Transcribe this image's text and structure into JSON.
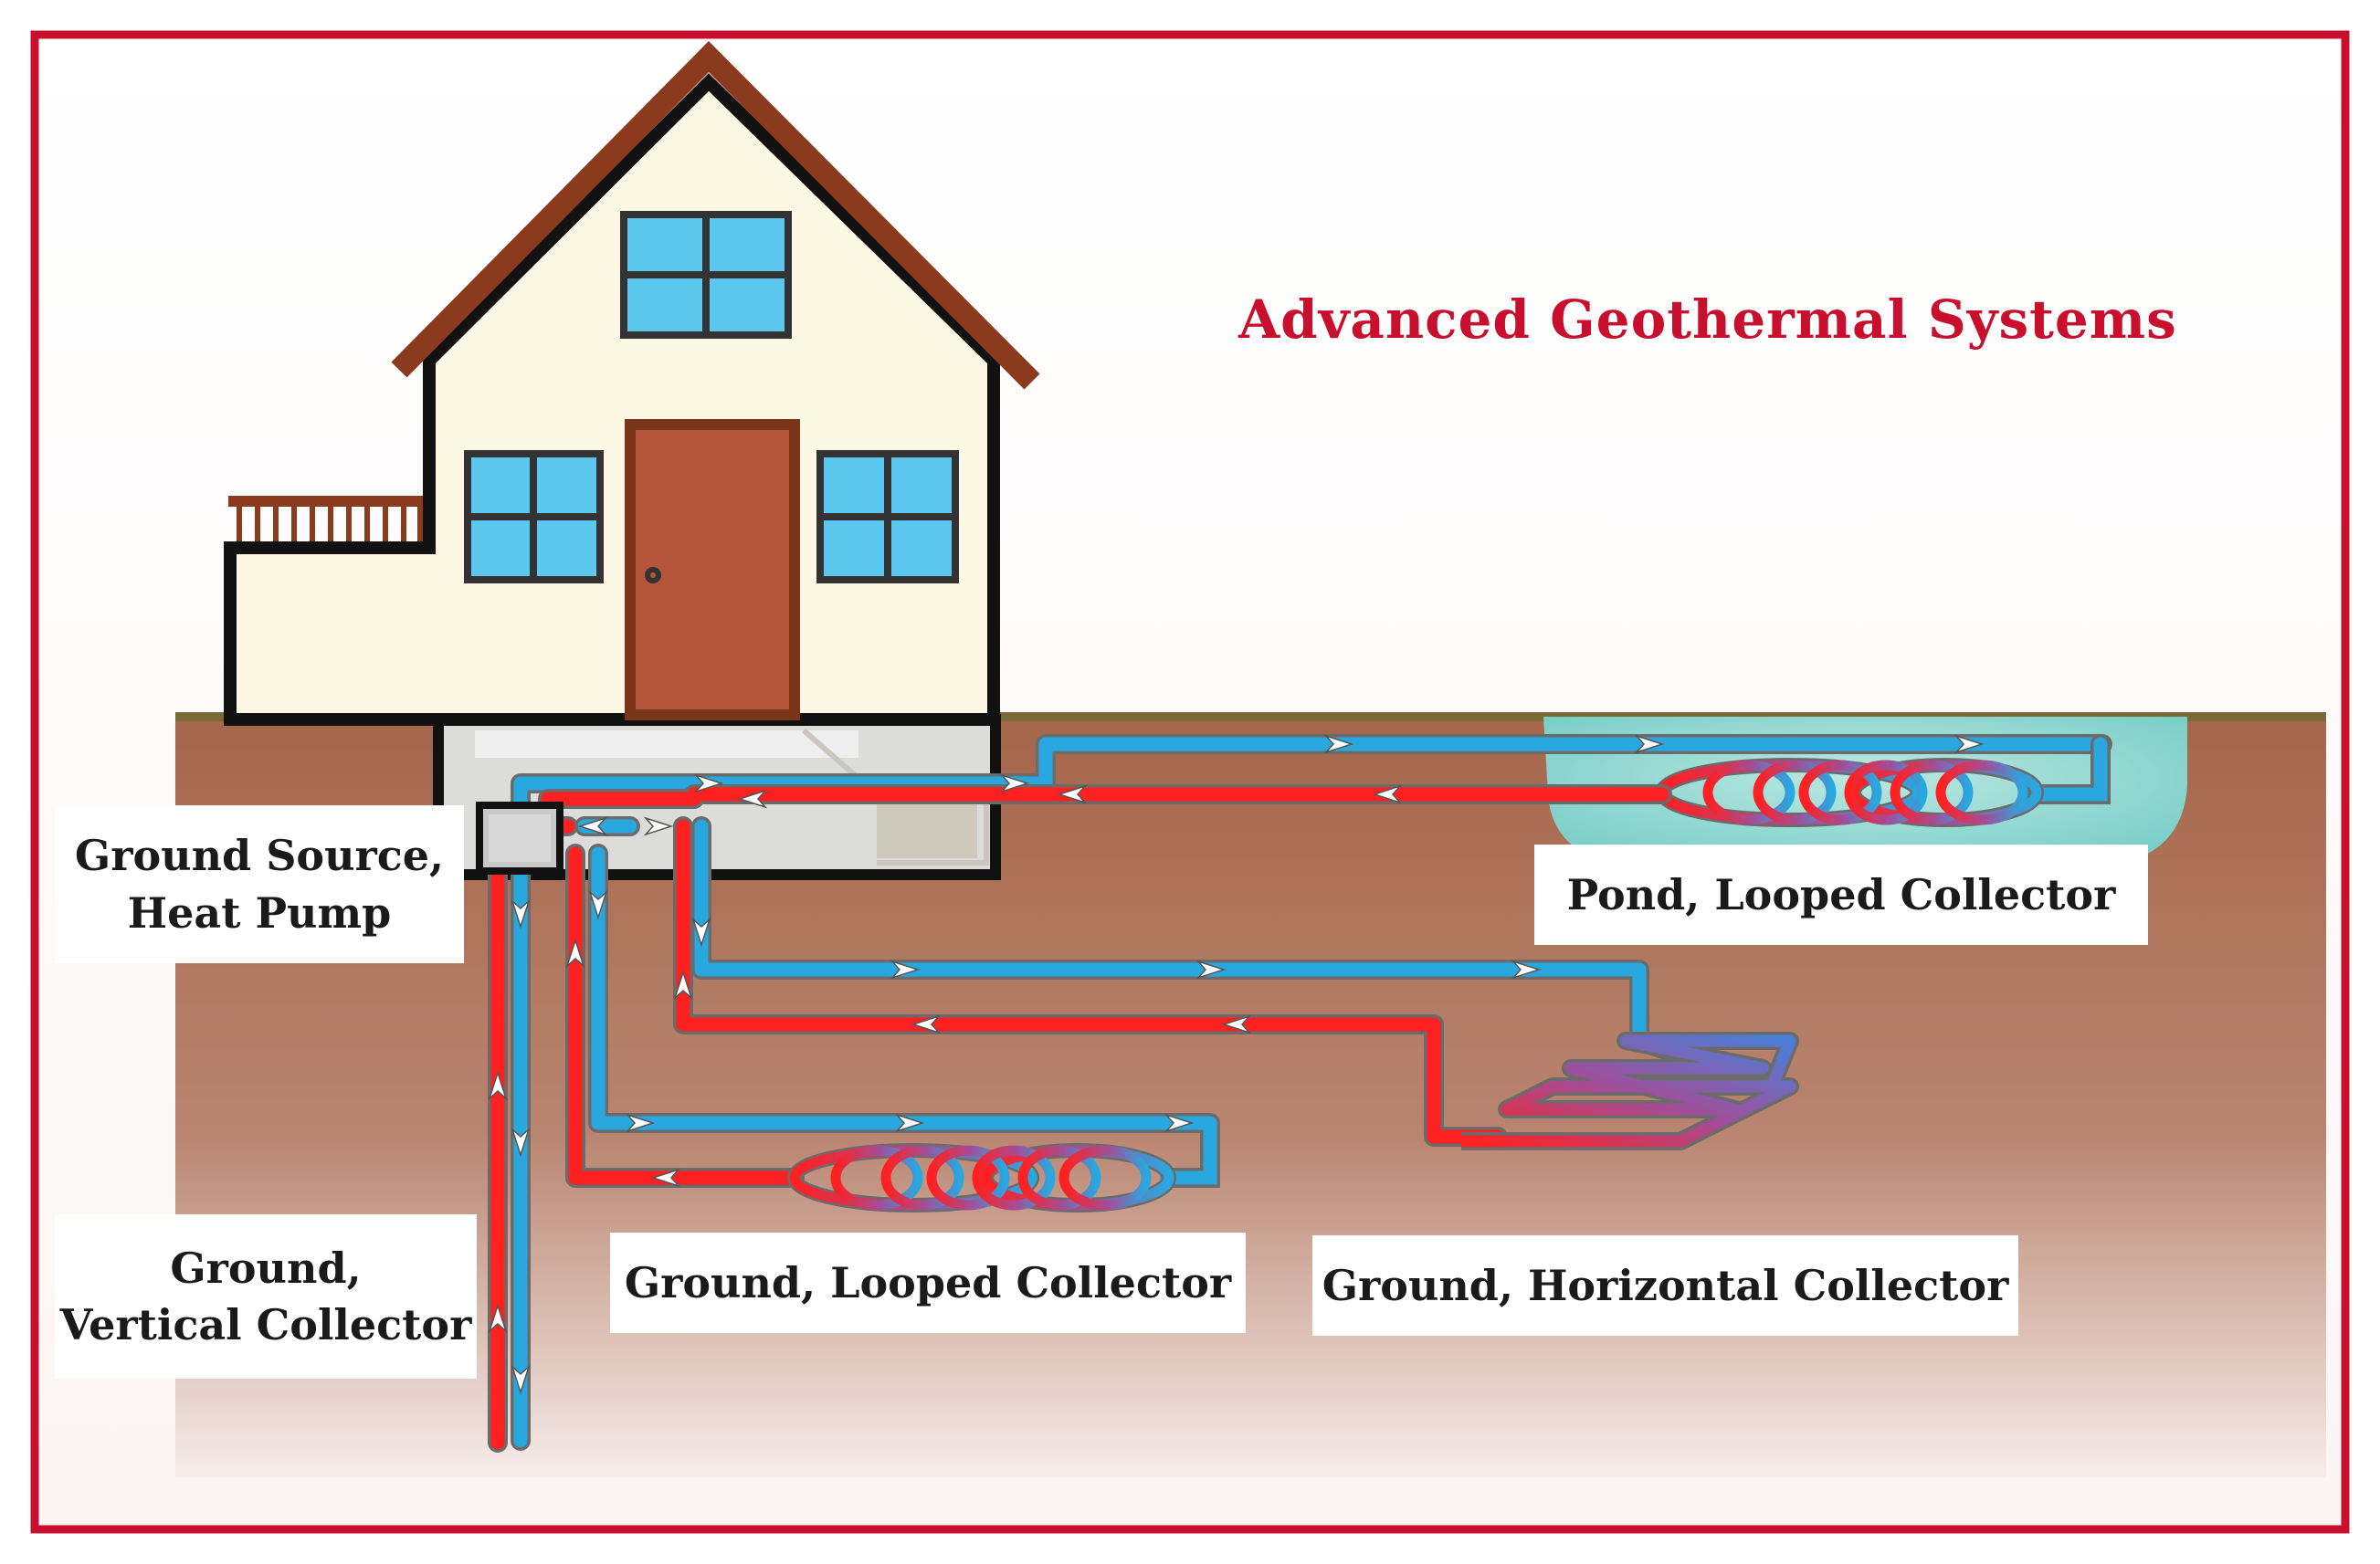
{
  "title": "Advanced Geothermal Systems",
  "labels": {
    "heat_pump": [
      "Ground Source,",
      "Heat Pump"
    ],
    "pond": "Pond, Looped Collector",
    "vertical": [
      "Ground,",
      "Vertical Collector"
    ],
    "ground_looped": "Ground, Looped Collector",
    "horizontal": "Ground, Horizontal Collector"
  },
  "colors": {
    "frame": "#c8102e",
    "title": "#c8102e",
    "supply_pipe": "#ff2020",
    "return_pipe": "#29a8e0",
    "roof": "#8b3a1e",
    "door": "#b5553a",
    "window": "#5cc8f0",
    "house_wall": "#fdf8e4",
    "pond": "#a8f0ea"
  },
  "icons": [
    "house-icon",
    "heat-pump-icon",
    "flow-arrow-icon",
    "pond-icon"
  ]
}
